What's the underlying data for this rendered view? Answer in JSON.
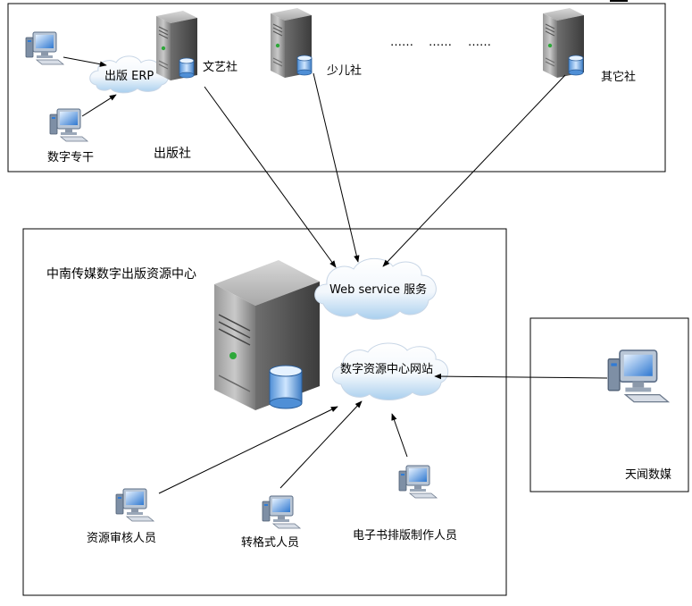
{
  "publisher_group": {
    "label": "出版社",
    "erp_cloud": "出版 ERP",
    "digital_staff": "数字专干",
    "servers": {
      "wenyi": "文艺社",
      "shaoer": "少儿社",
      "other": "其它社"
    },
    "ellipsis": [
      "……",
      "……",
      "……"
    ]
  },
  "resource_center": {
    "title": "中南传媒数字出版资源中心",
    "webservice_cloud": "Web service 服务",
    "portal_cloud": "数字资源中心网站",
    "staff": {
      "reviewer": "资源审核人员",
      "converter": "转格式人员",
      "ebook_typesetter": "电子书排版制作人员"
    }
  },
  "external": {
    "tianwen": "天闻数媒"
  }
}
